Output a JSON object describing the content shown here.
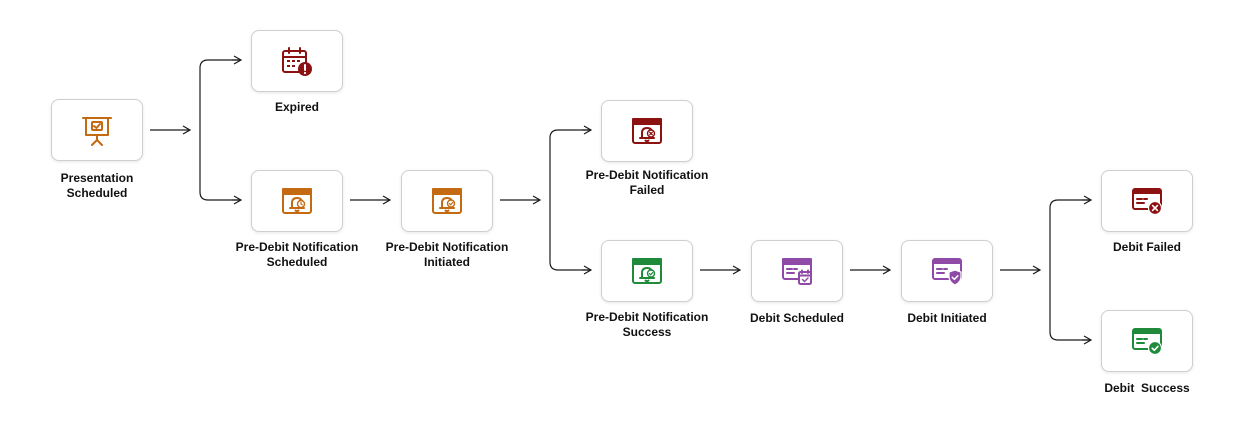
{
  "colors": {
    "orange": "#c36a12",
    "red": "#8c1212",
    "green": "#1f8b3a",
    "purple": "#8e4aa6",
    "line": "#1a1a1a"
  },
  "nodes": {
    "presentation_scheduled": {
      "label": "Presentation\nScheduled",
      "icon": "presentation-board-icon",
      "color": "orange"
    },
    "expired": {
      "label": "Expired",
      "icon": "calendar-alert-icon",
      "color": "red"
    },
    "pdn_scheduled": {
      "label": "Pre-Debit Notification\nScheduled",
      "icon": "bell-clock-card-icon",
      "color": "orange"
    },
    "pdn_initiated": {
      "label": "Pre-Debit Notification\nInitiated",
      "icon": "bell-check-card-icon",
      "color": "orange"
    },
    "pdn_failed": {
      "label": "Pre-Debit Notification\nFailed",
      "icon": "bell-x-card-icon",
      "color": "red"
    },
    "pdn_success": {
      "label": "Pre-Debit Notification\nSuccess",
      "icon": "bell-check-card-icon",
      "color": "green"
    },
    "debit_scheduled": {
      "label": "Debit Scheduled",
      "icon": "card-calendar-icon",
      "color": "purple"
    },
    "debit_initiated": {
      "label": "Debit Initiated",
      "icon": "card-shield-icon",
      "color": "purple"
    },
    "debit_failed": {
      "label": "Debit Failed",
      "icon": "card-x-icon",
      "color": "red"
    },
    "debit_success": {
      "label": "Debit  Success",
      "icon": "card-check-icon",
      "color": "green"
    }
  }
}
